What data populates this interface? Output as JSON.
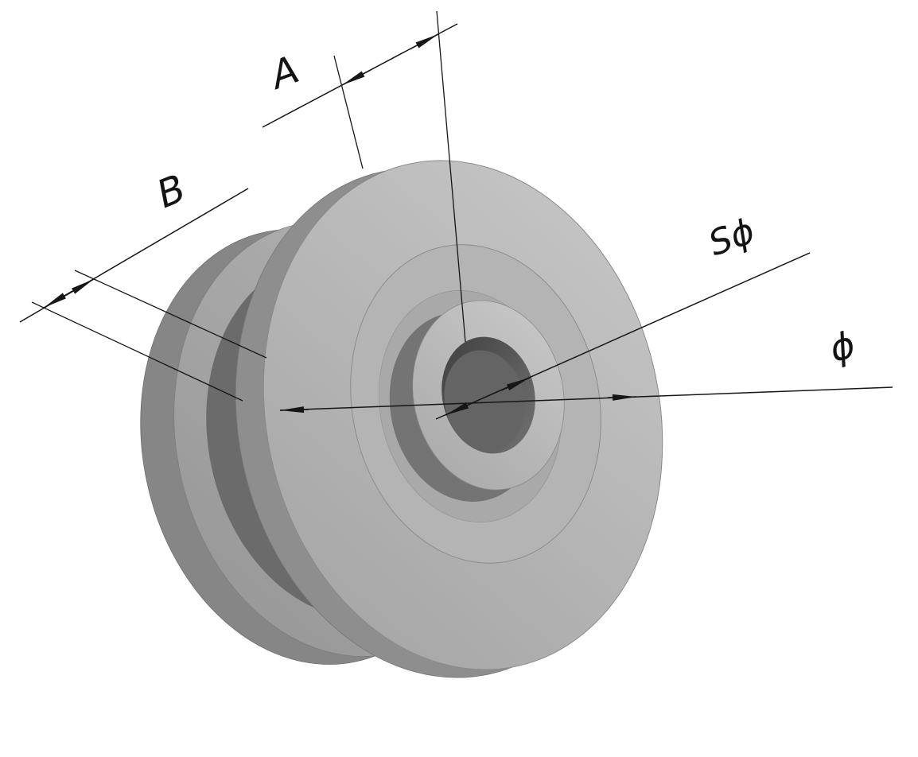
{
  "drawing": {
    "kind": "isometric-part-drawing",
    "part": "grooved-flanged-wheel",
    "background_color": "#ffffff",
    "line_color": "#161616"
  },
  "dimensions": {
    "a": {
      "label": "A"
    },
    "b": {
      "label": "B"
    },
    "bore_diameter": {
      "label": "Sϕ"
    },
    "outer_diameter": {
      "label": "ϕ"
    }
  },
  "colors": {
    "disc_face": "#bdbdbd",
    "disc_side": "#8e8e8e",
    "flange_face": "#a9a9a9",
    "flange_side": "#868686",
    "groove": "#6b6b6b",
    "step_ring": "#b4b4b4",
    "recess_floor": "#a9a9a9",
    "hub_side": "#747474",
    "hub_face": "#c0c0c0",
    "bore": "#4a4a4a"
  }
}
